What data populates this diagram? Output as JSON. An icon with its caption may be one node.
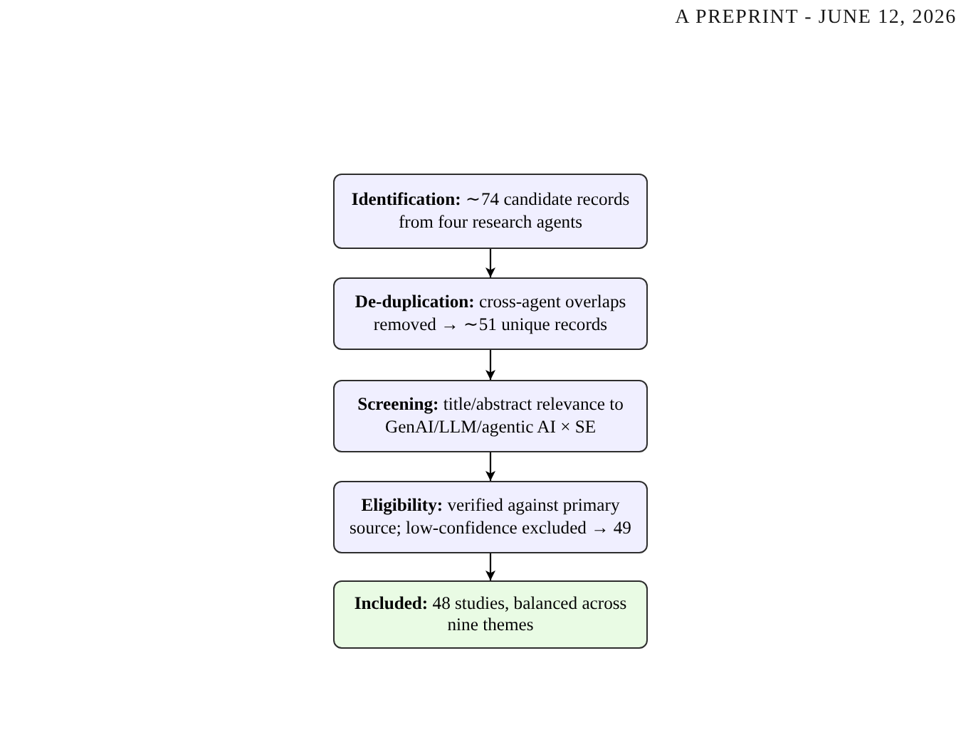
{
  "diagram": {
    "nodes": [
      {
        "text": [
          "**Identification:** ∼74 candidate records from four research agents"
        ]
      },
      {
        "text": [
          "**De-duplication:** cross-agent overlaps removed → ∼51 unique records"
        ]
      },
      {
        "text": [
          "**Screening:** title/abstract relevance to GenAI/LLM/agentic AI × SE"
        ]
      },
      {
        "text": [
          "**Eligibility:** verified against primary source; low-confidence excluded → 49"
        ]
      },
      {
        "text": [
          "**Included:** 48 studies, balanced across nine themes"
        ]
      }
    ],
    "edges": [
      {
        "from": 0,
        "to": 1,
        "arrow": "to"
      },
      {
        "from": 1,
        "to": 2,
        "arrow": "to"
      },
      {
        "from": 2,
        "to": 3,
        "arrow": "to"
      },
      {
        "from": 3,
        "to": 4,
        "arrow": "to"
      }
    ],
    "labels": [
      "A PREPRINT - JUNE 12, 2026"
    ]
  }
}
